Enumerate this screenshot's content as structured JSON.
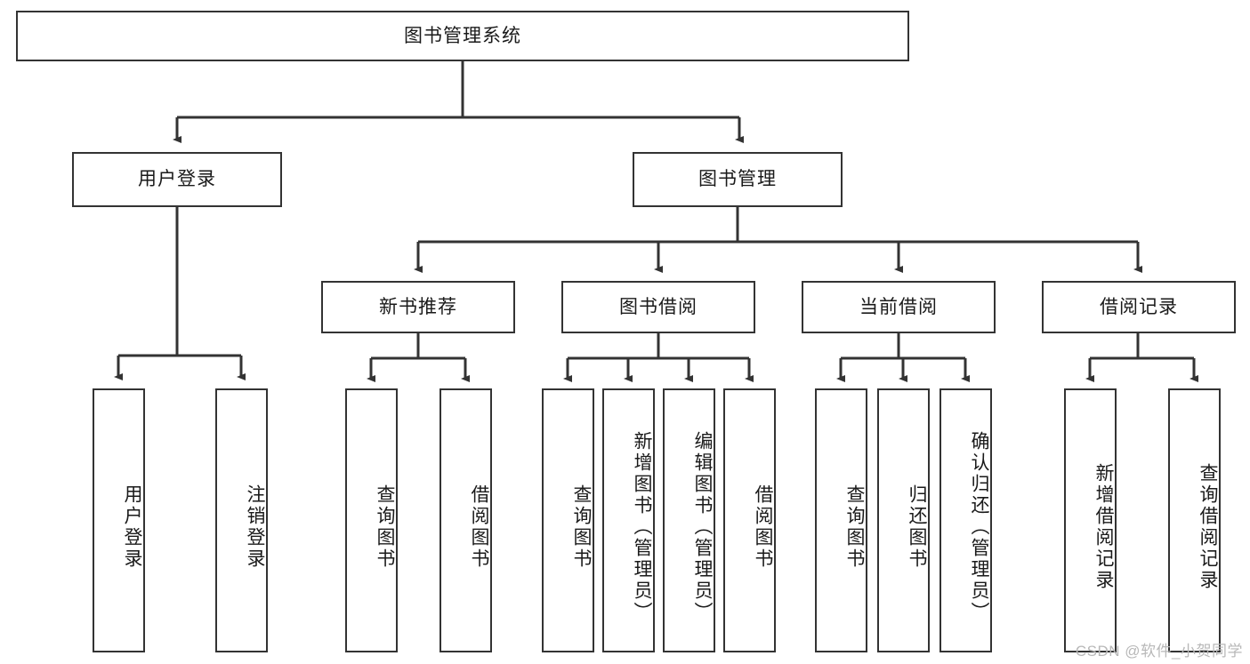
{
  "diagram": {
    "type": "tree-hierarchy-chart",
    "title": "图书管理系统",
    "orientation": "top-down",
    "stroke_color": "#333333",
    "fill_color": "#ffffff",
    "text_color": "#1a1a1a"
  },
  "nodes": {
    "root": {
      "label": "图书管理系统",
      "level": 1,
      "text_direction": "horizontal"
    },
    "level2": [
      {
        "id": "user-login",
        "label": "用户登录",
        "text_direction": "horizontal"
      },
      {
        "id": "book-management",
        "label": "图书管理",
        "text_direction": "horizontal"
      }
    ],
    "level3": [
      {
        "id": "new-book-recommend",
        "label": "新书推荐",
        "text_direction": "horizontal",
        "parent": "book-management"
      },
      {
        "id": "book-borrow",
        "label": "图书借阅",
        "text_direction": "horizontal",
        "parent": "book-management"
      },
      {
        "id": "current-borrow",
        "label": "当前借阅",
        "text_direction": "horizontal",
        "parent": "book-management"
      },
      {
        "id": "borrow-records",
        "label": "借阅记录",
        "text_direction": "horizontal",
        "parent": "book-management"
      }
    ],
    "leaves": [
      {
        "id": "leaf-user-login",
        "label": "用户登录",
        "parent": "user-login",
        "text_direction": "vertical"
      },
      {
        "id": "leaf-logout",
        "label": "注销登录",
        "parent": "user-login",
        "text_direction": "vertical"
      },
      {
        "id": "leaf-query-book-1",
        "label": "查询图书",
        "parent": "new-book-recommend",
        "text_direction": "vertical"
      },
      {
        "id": "leaf-borrow-book-1",
        "label": "借阅图书",
        "parent": "new-book-recommend",
        "text_direction": "vertical"
      },
      {
        "id": "leaf-query-book-2",
        "label": "查询图书",
        "parent": "book-borrow",
        "text_direction": "vertical"
      },
      {
        "id": "leaf-add-book",
        "label": "新增图书（管理员）",
        "parent": "book-borrow",
        "text_direction": "vertical"
      },
      {
        "id": "leaf-edit-book",
        "label": "编辑图书（管理员）",
        "parent": "book-borrow",
        "text_direction": "vertical"
      },
      {
        "id": "leaf-borrow-book-2",
        "label": "借阅图书",
        "parent": "book-borrow",
        "text_direction": "vertical"
      },
      {
        "id": "leaf-query-book-3",
        "label": "查询图书",
        "parent": "current-borrow",
        "text_direction": "vertical"
      },
      {
        "id": "leaf-return-book",
        "label": "归还图书",
        "parent": "current-borrow",
        "text_direction": "vertical"
      },
      {
        "id": "leaf-confirm-return",
        "label": "确认归还（管理员）",
        "parent": "current-borrow",
        "text_direction": "vertical"
      },
      {
        "id": "leaf-add-record",
        "label": "新增借阅记录",
        "parent": "borrow-records",
        "text_direction": "vertical"
      },
      {
        "id": "leaf-query-record",
        "label": "查询借阅记录",
        "parent": "borrow-records",
        "text_direction": "vertical"
      }
    ]
  },
  "watermark": {
    "text": "CSDN @软件_小贺同学"
  }
}
